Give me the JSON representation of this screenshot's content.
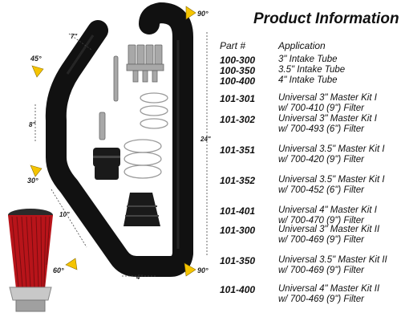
{
  "product_info": {
    "title": "Product Information",
    "col_part": "Part #",
    "col_application": "Application",
    "rows": [
      {
        "part": "100-300",
        "app": [
          "3\" Intake Tube"
        ]
      },
      {
        "part": "100-350",
        "app": [
          "3.5\" Intake Tube"
        ]
      },
      {
        "part": "100-400",
        "app": [
          "4\" Intake Tube"
        ]
      },
      {
        "part": "101-301",
        "app": [
          "Universal 3\" Master Kit I",
          "w/ 700-410 (9\") Filter"
        ]
      },
      {
        "part": "101-302",
        "app": [
          "Universal 3\" Master Kit I",
          "w/ 700-493 (6\") Filter"
        ]
      },
      {
        "part": "101-351",
        "app": [
          "Universal 3.5\" Master Kit I",
          "w/ 700-420 (9\") Filter"
        ]
      },
      {
        "part": "101-352",
        "app": [
          "Universal 3.5\" Master Kit I",
          "w/ 700-452 (6\") Filter"
        ]
      },
      {
        "part": "101-401",
        "app": [
          "Universal 4\" Master Kit I",
          "w/ 700-470 (9\") Filter"
        ]
      },
      {
        "part": "101-300",
        "app": [
          "Universal 3\" Master Kit II",
          "w/ 700-469 (9\") Filter"
        ]
      },
      {
        "part": "101-350",
        "app": [
          "Universal 3.5\" Master Kit II",
          "w/ 700-469 (9\") Filter"
        ]
      },
      {
        "part": "101-400",
        "app": [
          "Universal 4\" Master Kit II",
          "w/ 700-469 (9\") Filter"
        ]
      }
    ]
  },
  "diagram_labels": {
    "angle_top_right": "90°",
    "angle_left_upper": "45°",
    "angle_left_middle": "30°",
    "angle_bottom_left": "60°",
    "angle_bottom_right": "90°",
    "dim_top": "7\"",
    "dim_left": "8\"",
    "dim_right": "24\"",
    "dim_lower_left": "10\"",
    "dim_bottom": "4\""
  },
  "colors": {
    "tube": "#111111",
    "arrow": "#f5c400",
    "filter_red": "#b8141a",
    "clamp": "#9a9a9a"
  }
}
